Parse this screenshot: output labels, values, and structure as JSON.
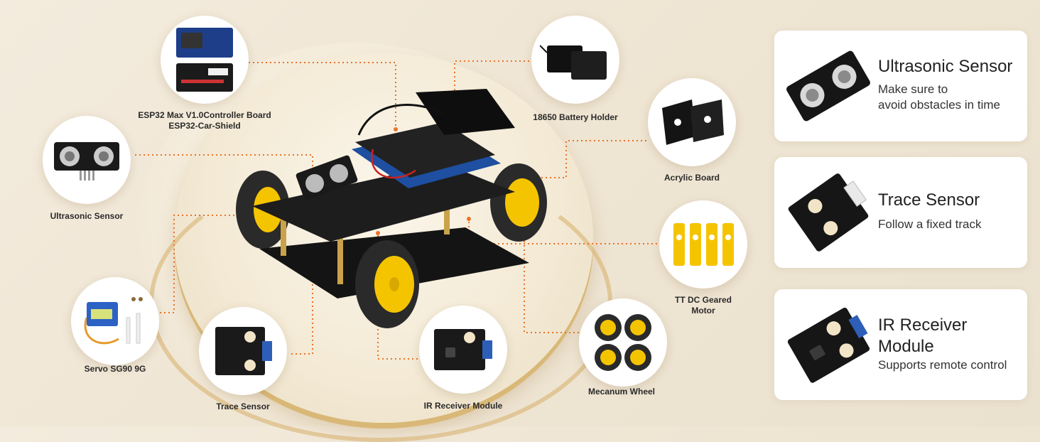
{
  "components": {
    "controller_board": {
      "line1": "ESP32 Max V1.0Controller Board",
      "line2": "ESP32-Car-Shield"
    },
    "battery_holder": "18650 Battery Holder",
    "ultrasonic_sensor": "Ultrasonic Sensor",
    "acrylic_board": "Acrylic Board",
    "servo": "Servo SG90 9G",
    "tt_motor": {
      "line1": "TT DC Geared",
      "line2": "Motor"
    },
    "trace_sensor": "Trace Sensor",
    "ir_receiver": "IR Receiver Module",
    "mecanum_wheel": "Mecanum Wheel"
  },
  "features": [
    {
      "title": "Ultrasonic Sensor",
      "desc_line1": "Make sure to",
      "desc_line2": "avoid obstacles in time"
    },
    {
      "title": "Trace Sensor",
      "desc_line1": "Follow a fixed track"
    },
    {
      "title_line1": "IR Receiver",
      "title_line2": "Module",
      "desc_line1": "Supports remote control"
    }
  ],
  "colors": {
    "accent_line": "#e8742a",
    "wheel_yellow": "#f5c400",
    "pcb_black": "#1b1b1b"
  }
}
